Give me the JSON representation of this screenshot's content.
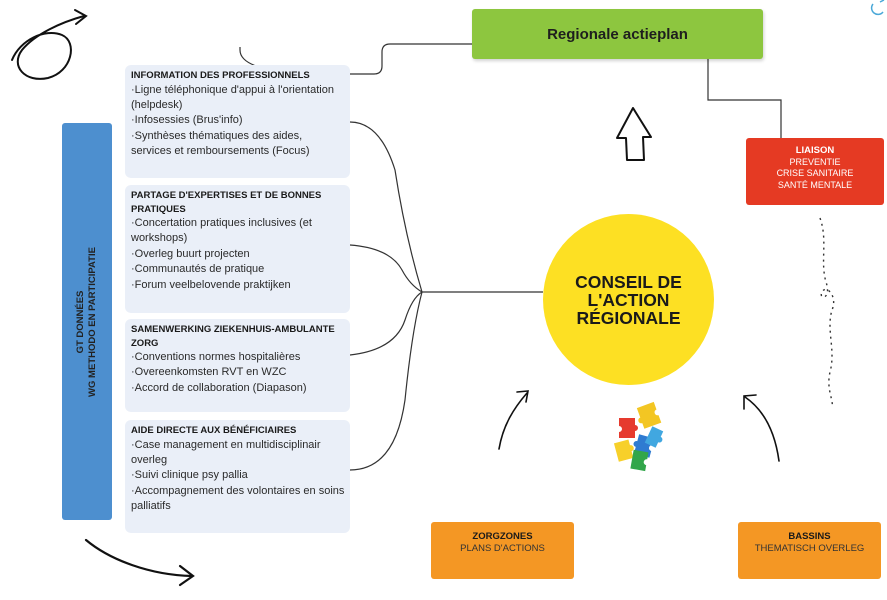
{
  "regional_plan": {
    "title": "Regionale actieplan"
  },
  "gt_bar": {
    "line1": "GT DONNÉES",
    "line2": "WG METHODO EN PARTICIPATIE"
  },
  "cards": [
    {
      "title": "INFORMATION DES PROFESSIONNELS",
      "items": [
        "·Ligne téléphonique d'appui à l'orientation (helpdesk)",
        "·Infosessies (Brus'info)",
        "·Synthèses thématiques des aides, services et remboursements (Focus)"
      ]
    },
    {
      "title": "PARTAGE D'EXPERTISES ET DE BONNES PRATIQUES",
      "items": [
        "·Concertation pratiques inclusives (et workshops)",
        "·Overleg buurt projecten",
        "·Communautés de pratique",
        "·Forum veelbelovende praktijken"
      ]
    },
    {
      "title": "SAMENWERKING ZIEKENHUIS-AMBULANTE ZORG",
      "items": [
        "·Conventions normes hospitalières",
        "·Overeenkomsten RVT en WZC",
        "·Accord de collaboration (Diapason)"
      ]
    },
    {
      "title": "AIDE DIRECTE AUX BÉNÉFICIAIRES",
      "items": [
        "·Case management en multidisciplinair overleg",
        "·Suivi clinique psy pallia",
        "·Accompagnement des volontaires en soins palliatifs"
      ]
    }
  ],
  "liaison": {
    "title": "LIAISON",
    "lines": [
      "PREVENTIE",
      "CRISE SANITAIRE",
      "SANTÉ MENTALE"
    ]
  },
  "council": {
    "line1": "CONSEIL DE",
    "line2": "L'ACTION",
    "line3": "RÉGIONALE"
  },
  "zorgzones": {
    "title": "ZORGZONES",
    "subtitle": "PLANS D'ACTIONS"
  },
  "bassins": {
    "title": "BASSINS",
    "subtitle": "THEMATISCH OVERLEG"
  },
  "colors": {
    "green": "#8dc63f",
    "blue": "#4d8fcf",
    "card": "#eaeff8",
    "red": "#e53a23",
    "yellow": "#fde023",
    "orange": "#f49724"
  },
  "icons": [
    "swirl-arrow-icon",
    "curved-arrow-icon",
    "up-arrow-icon",
    "puzzle-icon",
    "corner-gear-icon"
  ]
}
